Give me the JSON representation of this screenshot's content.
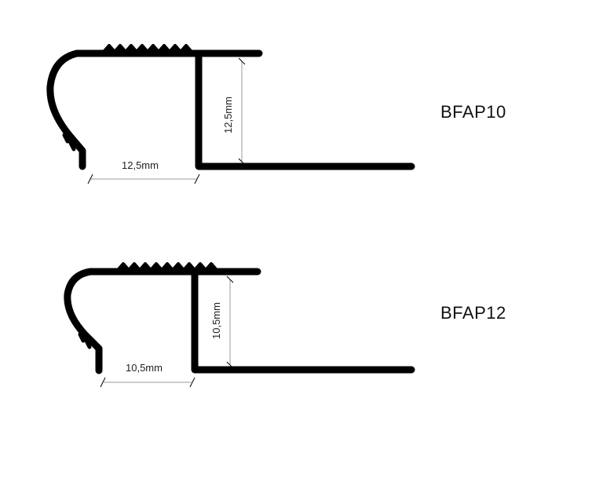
{
  "profiles": [
    {
      "name": "BFAP10",
      "width_dim": "12,5mm",
      "height_dim": "12,5mm"
    },
    {
      "name": "BFAP12",
      "width_dim": "10,5mm",
      "height_dim": "10,5mm"
    }
  ],
  "colors": {
    "profile": "#000000",
    "dimension_line": "#999999",
    "background": "#ffffff"
  }
}
